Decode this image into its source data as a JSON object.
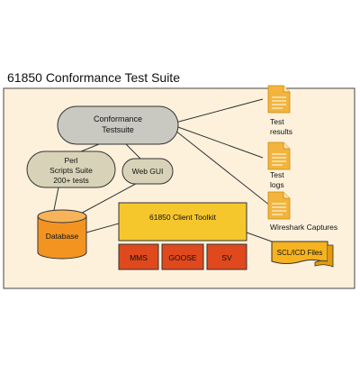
{
  "title": "61850 Conformance Test Suite",
  "nodes": {
    "conformance": {
      "line1": "Conformance",
      "line2": "Testsuite"
    },
    "perl": {
      "line1": "Perl",
      "line2": "Scripts Suite",
      "line3": "200+ tests"
    },
    "webgui": {
      "label": "Web GUI"
    },
    "database": {
      "label": "Database"
    },
    "toolkit": {
      "label": "61850 Client Toolkit"
    },
    "mms": {
      "label": "MMS"
    },
    "goose": {
      "label": "GOOSE"
    },
    "sv": {
      "label": "SV"
    },
    "scl": {
      "label": "SCL/ICD Files"
    }
  },
  "outputs": {
    "test_results": {
      "line1": "Test",
      "line2": "results"
    },
    "test_logs": {
      "line1": "Test",
      "line2": "logs"
    },
    "wireshark": {
      "label": "Wireshark Captures"
    }
  },
  "colors": {
    "panel_bg": "#fdf1dc",
    "gray_node": "#c9c9c1",
    "olive_node": "#d8d3b8",
    "orange": "#f39421",
    "yellow": "#f6c72c",
    "red": "#e0481d",
    "doc_icon": "#f2b43c"
  }
}
